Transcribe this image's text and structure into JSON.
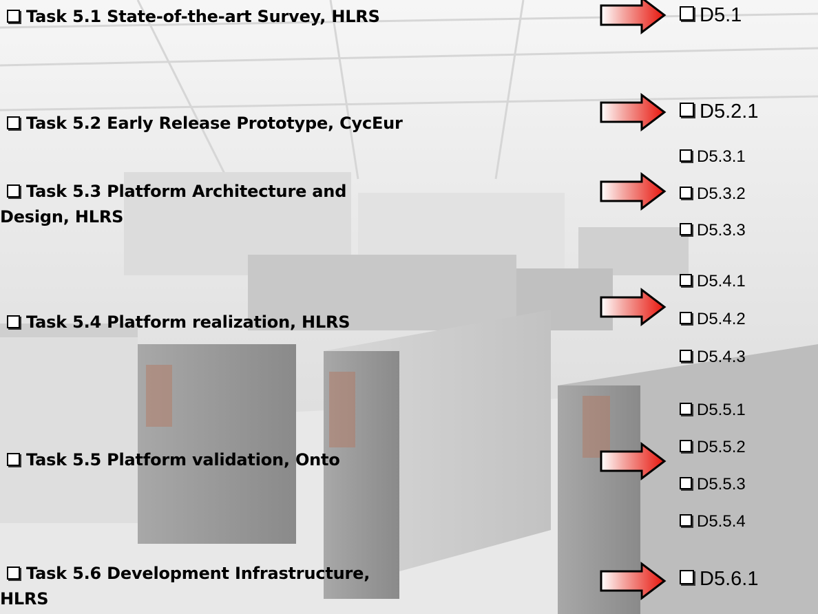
{
  "tasks": [
    {
      "line1": "Task 5.1 State-of-the-art Survey, HLRS"
    },
    {
      "line1": "Task 5.2 Early Release Prototype, CycEur"
    },
    {
      "line1": "Task 5.3 Platform Architecture and",
      "line2": "Design, HLRS"
    },
    {
      "line1": "Task 5.4 Platform realization, HLRS"
    },
    {
      "line1": "Task 5.5 Platform validation, Onto"
    },
    {
      "line1": "Task 5.6 Development Infrastructure,",
      "line2": "HLRS"
    }
  ],
  "deliverables": {
    "t1": [
      "D5.1"
    ],
    "t2": [
      "D5.2.1"
    ],
    "t3": [
      "D5.3.1",
      "D5.3.2",
      "D5.3.3"
    ],
    "t4": [
      "D5.4.1",
      "D5.4.2",
      "D5.4.3"
    ],
    "t5": [
      "D5.5.1",
      "D5.5.2",
      "D5.5.3",
      "D5.5.4"
    ],
    "t6": [
      "D5.6.1"
    ]
  },
  "icons": {
    "bullet": "checkbox-icon",
    "arrow": "right-arrow-icon"
  },
  "colors": {
    "arrow_red": "#e8150c",
    "arrow_light": "#ffffff",
    "arrow_outline": "#000000"
  }
}
